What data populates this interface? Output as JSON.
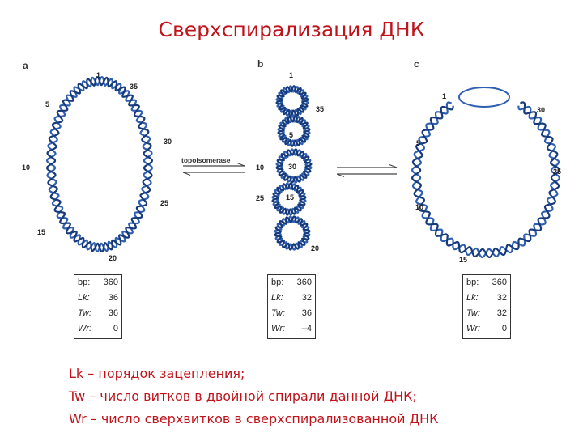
{
  "title": "Сверхспирализация ДНК",
  "panels": [
    {
      "letter": "a",
      "numbers": [
        "1",
        "35",
        "5",
        "30",
        "10",
        "25",
        "15",
        "20"
      ],
      "table": [
        {
          "key": "bp:",
          "value": "360"
        },
        {
          "key": "Lk:",
          "value": "36"
        },
        {
          "key": "Tw:",
          "value": "36"
        },
        {
          "key": "Wr:",
          "value": "0"
        }
      ]
    },
    {
      "letter": "b",
      "numbers": [
        "1",
        "35",
        "5",
        "10",
        "30",
        "25",
        "15",
        "20"
      ],
      "table": [
        {
          "key": "bp:",
          "value": "360"
        },
        {
          "key": "Lk:",
          "value": "32"
        },
        {
          "key": "Tw:",
          "value": "36"
        },
        {
          "key": "Wr:",
          "value": "–4"
        }
      ]
    },
    {
      "letter": "c",
      "numbers": [
        "1",
        "30",
        "5",
        "25",
        "10",
        "15"
      ],
      "table": [
        {
          "key": "bp:",
          "value": "360"
        },
        {
          "key": "Lk:",
          "value": "32"
        },
        {
          "key": "Tw:",
          "value": "32"
        },
        {
          "key": "Wr:",
          "value": "0"
        }
      ]
    }
  ],
  "enzyme_label": "topoisomerase",
  "caption": [
    "Lk – порядок зацепления;",
    "Tw – число витков в двойной спирали данной ДНК;",
    "Wr – число сверхвитков в сверхспирализованной ДНК"
  ],
  "colors": {
    "title": "#c0141c",
    "helix": "#2f5fb0",
    "helix_dark": "#163a7a"
  }
}
